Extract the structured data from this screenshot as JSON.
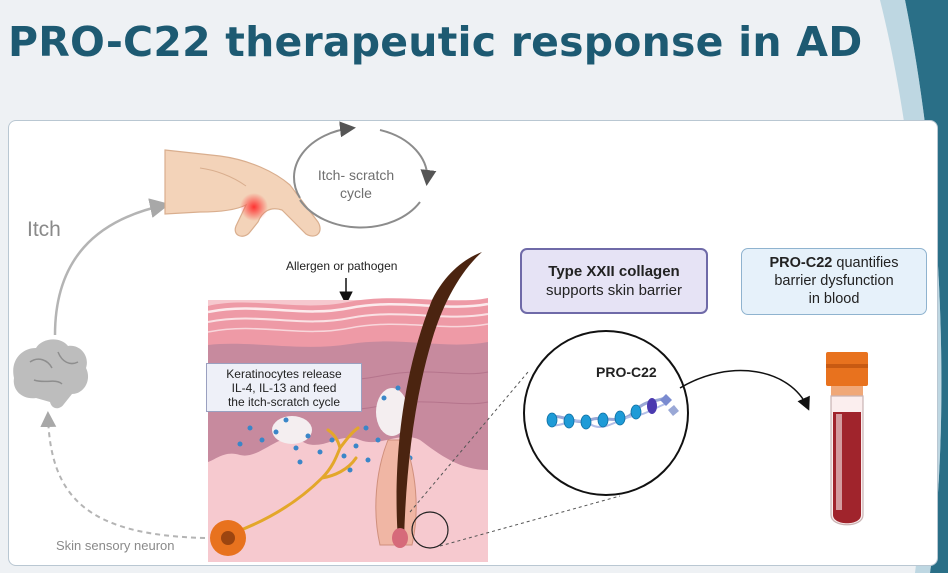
{
  "title": "PRO-C22 therapeutic response in AD",
  "labels": {
    "itch": "Itch",
    "itch_scratch_cycle": "Itch- scratch cycle",
    "allergen": "Allergen or pathogen",
    "keratinocytes": "Keratinocytes release\nIL-4, IL-13 and feed\nthe itch-scratch cycle",
    "neuron": "Skin sensory neuron",
    "zoom_label": "PRO-C22"
  },
  "collagen_box": {
    "bold": "Type XXII collagen",
    "text": "supports skin barrier"
  },
  "proc22_box": {
    "bold": "PRO-C22",
    "text1": " quantifies",
    "text2": "barrier dysfunction",
    "text3": "in blood"
  },
  "icons": [
    "hand-icon",
    "brain-icon",
    "neuron-icon",
    "skin-section-icon",
    "hair-follicle-icon",
    "collagen-molecule-icon",
    "blood-tube-icon"
  ],
  "colors": {
    "title": "#1d5a72",
    "collagen_box_fill": "#e6e3f5",
    "collagen_box_border": "#6f6aa8",
    "proc22_box_fill": "#e6f1fa",
    "proc22_box_border": "#8fb3cf",
    "accent_teal": "#2a6f87",
    "blood": "#a0242c",
    "cap": "#e8721e",
    "neuron": "#e0a020"
  }
}
